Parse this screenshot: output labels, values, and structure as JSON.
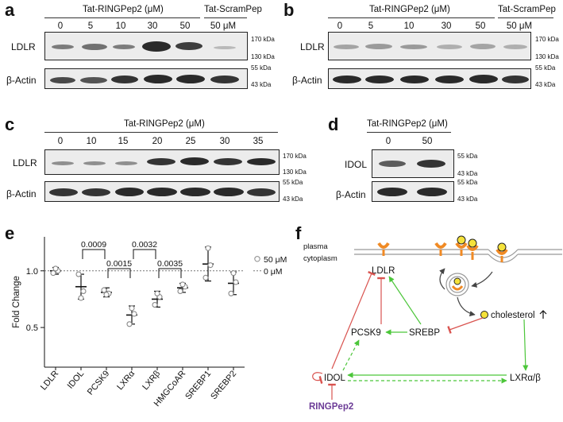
{
  "panel_a": {
    "label": "a",
    "treatment": "Tat-RINGPep2 (μM)",
    "control": "Tat-ScramPep",
    "doses": [
      "0",
      "5",
      "10",
      "30",
      "50"
    ],
    "control_dose": "50 μM",
    "row_ldlr": "LDLR",
    "row_actin": "β-Actin",
    "kda_170": "170 kDa",
    "kda_130": "130 kDa",
    "kda_55": "55 kDa",
    "kda_43": "43 kDa"
  },
  "panel_b": {
    "label": "b",
    "treatment": "Tat-RINGPep2 (μM)",
    "control": "Tat-ScramPep",
    "doses": [
      "0",
      "5",
      "10",
      "30",
      "50"
    ],
    "control_dose": "50 μM",
    "row_ldlr": "LDLR",
    "row_actin": "β-Actin",
    "kda_170": "170 kDa",
    "kda_130": "130 kDa",
    "kda_55": "55 kDa",
    "kda_43": "43 kDa"
  },
  "panel_c": {
    "label": "c",
    "treatment": "Tat-RINGPep2 (μM)",
    "doses": [
      "0",
      "10",
      "15",
      "20",
      "25",
      "30",
      "35"
    ],
    "row_ldlr": "LDLR",
    "row_actin": "β-Actin",
    "kda_170": "170 kDa",
    "kda_130": "130 kDa",
    "kda_55": "55 kDa",
    "kda_43": "43 kDa"
  },
  "panel_d": {
    "label": "d",
    "treatment": "Tat-RINGPep2 (μM)",
    "doses": [
      "0",
      "50"
    ],
    "row_idol": "IDOL",
    "row_actin": "β-Actin",
    "kda_55a": "55 kDa",
    "kda_43a": "43 kDa",
    "kda_55b": "55 kDa",
    "kda_43b": "43 kDa"
  },
  "panel_e": {
    "label": "e",
    "chart_data": {
      "type": "scatter",
      "ylabel": "Fold Change",
      "categories": [
        "LDLR",
        "IDOL",
        "PCSK9",
        "LXRα",
        "LXRβ",
        "HMGCoAR",
        "SREBP1",
        "SREBP2"
      ],
      "yticks": [
        "0.5",
        "1.0"
      ],
      "ylim": [
        0.15,
        1.3
      ],
      "reference": 1.0,
      "legend": [
        "50 μM",
        "0 μM"
      ],
      "means": [
        1.0,
        0.86,
        0.81,
        0.61,
        0.75,
        0.85,
        1.06,
        0.89
      ],
      "errors": [
        0.03,
        0.11,
        0.04,
        0.08,
        0.07,
        0.04,
        0.15,
        0.1
      ],
      "points": [
        [
          0.98,
          1.0,
          1.02
        ],
        [
          0.97,
          0.82,
          0.76
        ],
        [
          0.83,
          0.8,
          0.79
        ],
        [
          0.53,
          0.62,
          0.67
        ],
        [
          0.7,
          0.77,
          0.8
        ],
        [
          0.82,
          0.86,
          0.88
        ],
        [
          0.94,
          1.05,
          1.2
        ],
        [
          0.8,
          0.9,
          0.98
        ]
      ],
      "brackets": [
        {
          "from": 1,
          "to": 2,
          "label": "0.0009"
        },
        {
          "from": 2,
          "to": 3,
          "label": "0.0015"
        },
        {
          "from": 3,
          "to": 4,
          "label": "0.0032"
        },
        {
          "from": 4,
          "to": 5,
          "label": "0.0035"
        }
      ]
    }
  },
  "panel_f": {
    "label": "f",
    "plasma": "plasma",
    "cytoplasm": "cytoplasm",
    "ldlr": "LDLR",
    "pcsk9": "PCSK9",
    "srebp": "SREBP",
    "cholesterol": "cholesterol",
    "idol": "IDOL",
    "lxr": "LXRα/β",
    "peptide": "RINGPep2",
    "colors": {
      "inhibit": "#d9534f",
      "activate": "#4cc63a",
      "peptide": "#6c3c97",
      "receptor": "#f08a24"
    }
  }
}
